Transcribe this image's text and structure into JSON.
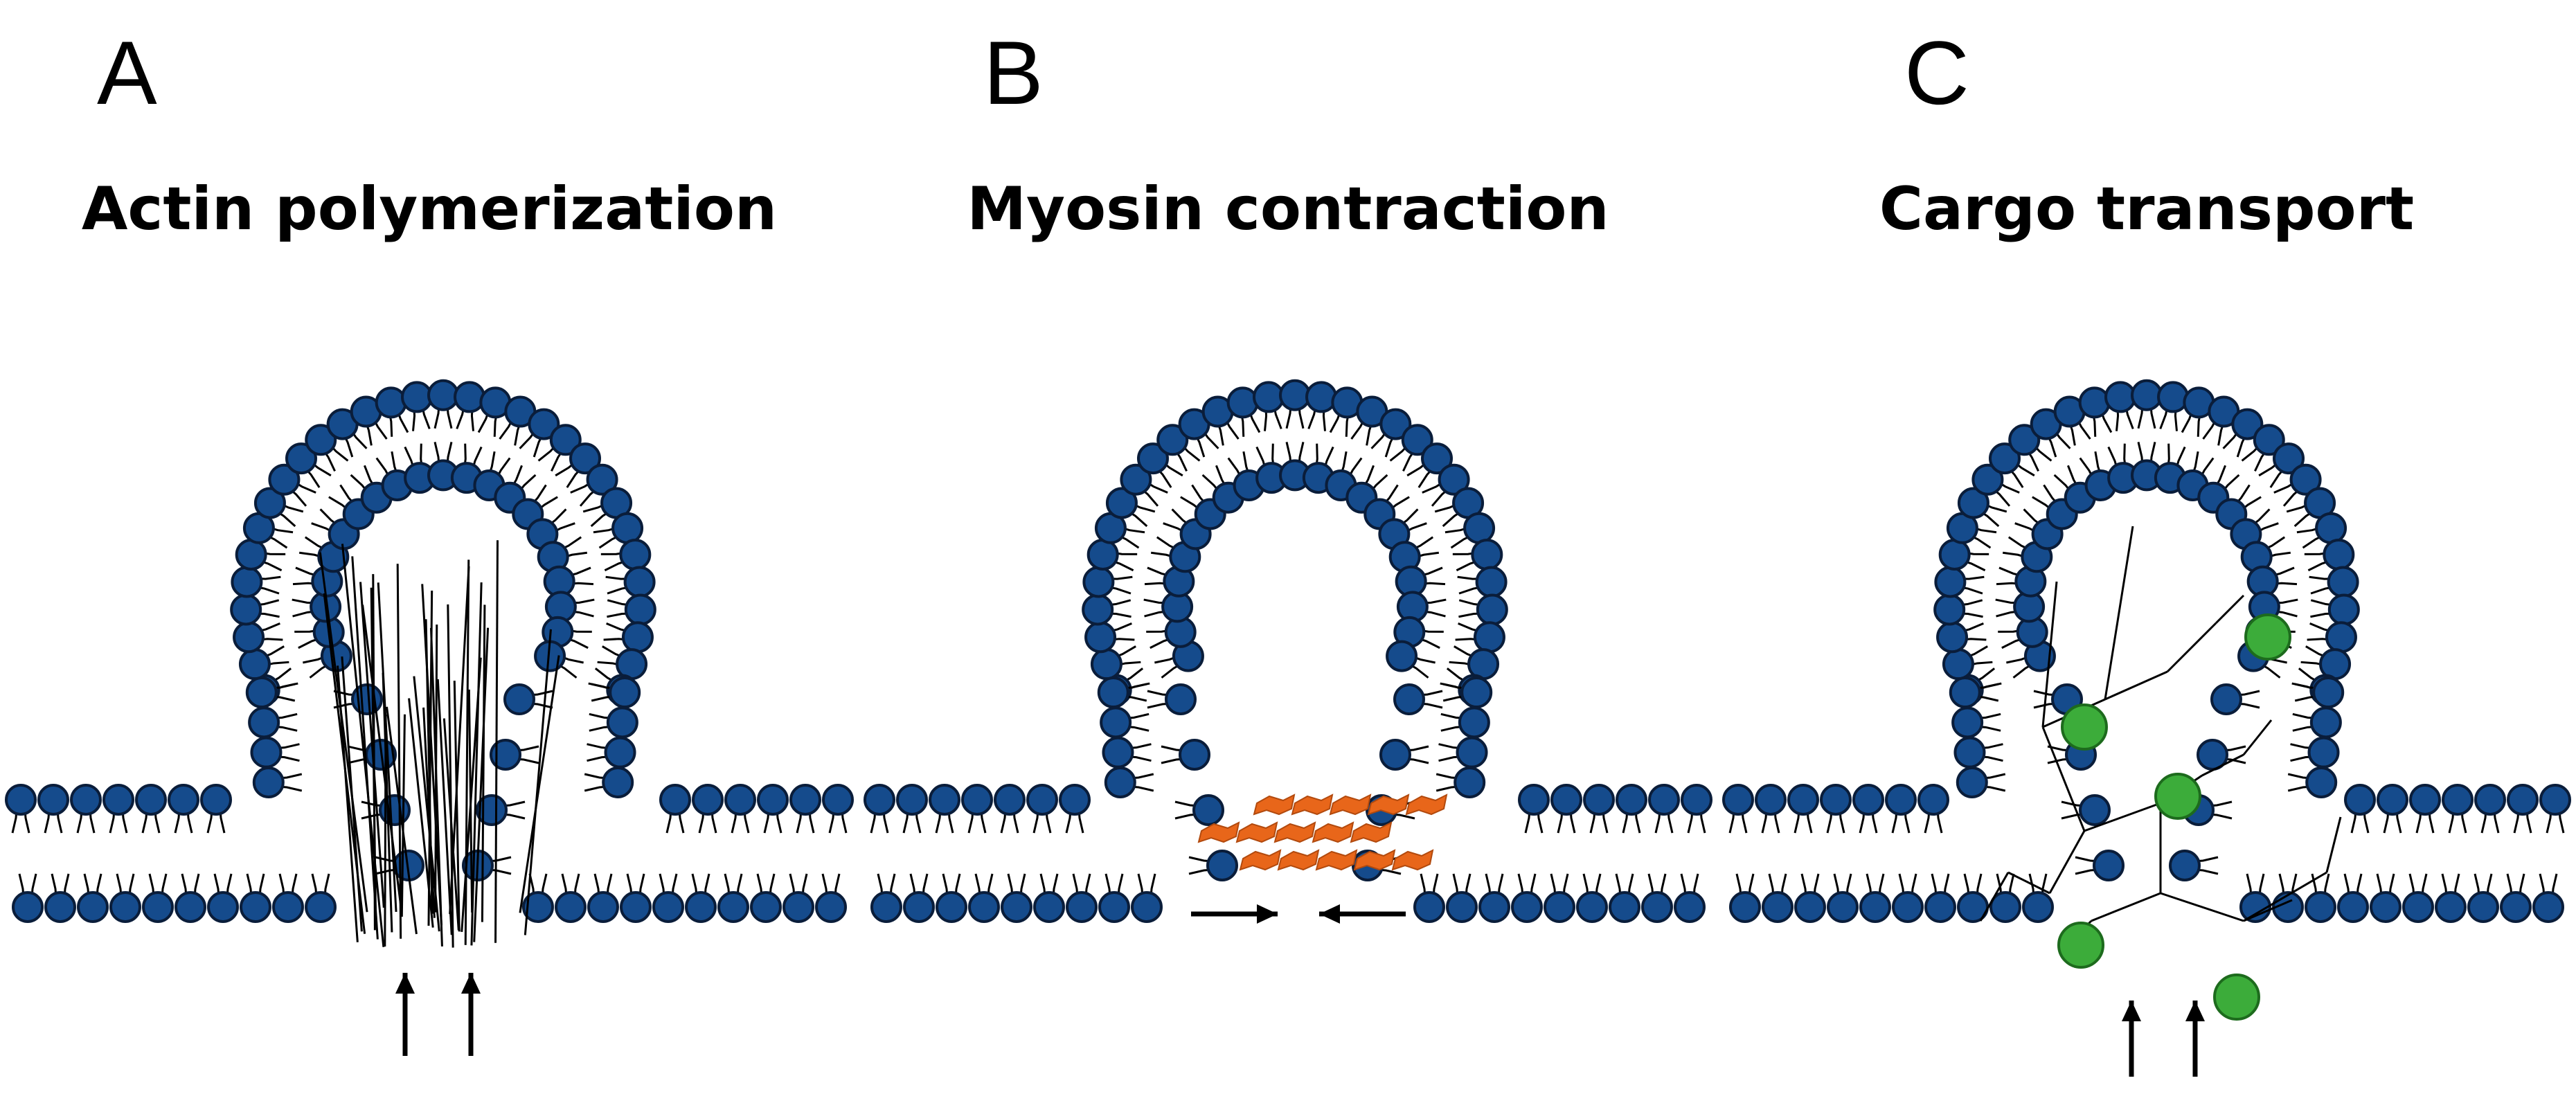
{
  "colors": {
    "lipid_head": "#154b8c",
    "lipid_head_stroke": "#0a1d3a",
    "myosin": "#e8661a",
    "cargo": "#3cac3a",
    "line": "#000000"
  },
  "panels": [
    {
      "letter": "A",
      "title": "Actin polymerization",
      "icons": [
        "lipid-bilayer",
        "actin-filaments",
        "push-arrows"
      ]
    },
    {
      "letter": "B",
      "title": "Myosin contraction",
      "icons": [
        "lipid-bilayer",
        "myosin-ring",
        "contraction-arrows"
      ]
    },
    {
      "letter": "C",
      "title": "Cargo transport",
      "icons": [
        "lipid-bilayer",
        "branched-network",
        "cargo-vesicles",
        "push-arrows"
      ]
    }
  ]
}
